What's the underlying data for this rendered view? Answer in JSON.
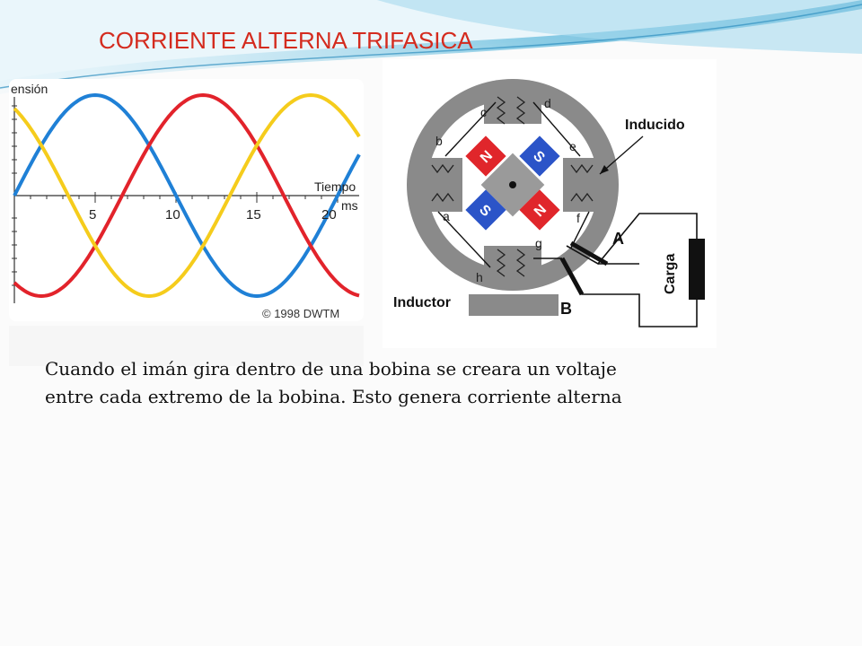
{
  "slide": {
    "title": "CORRIENTE ALTERNA TRIFASICA",
    "body_text": "Cuando el imán gira dentro de una bobina se creara un voltaje entre cada extremo de la bobina. Esto genera corriente alterna"
  },
  "graph": {
    "ylabel": "ensión",
    "xlabel_1": "Tiempo",
    "xlabel_2": "ms",
    "ticks": [
      "5",
      "10",
      "15",
      "20"
    ],
    "copyright": "© 1998 DWTM",
    "colors": {
      "blue": "#1f80d6",
      "red": "#e2232b",
      "yellow": "#f5cc1c"
    }
  },
  "generator": {
    "coil_labels": [
      "a",
      "b",
      "c",
      "d",
      "e",
      "f",
      "g",
      "h"
    ],
    "inducido_label": "Inducido",
    "inductor_label": "Inductor",
    "terminal_a": "A",
    "terminal_b": "B",
    "load_label": "Carga",
    "pole_labels": [
      "N",
      "S",
      "S",
      "N"
    ]
  },
  "theme": {
    "title_color": "#d42b1e",
    "accent": "#3fa3c9"
  }
}
